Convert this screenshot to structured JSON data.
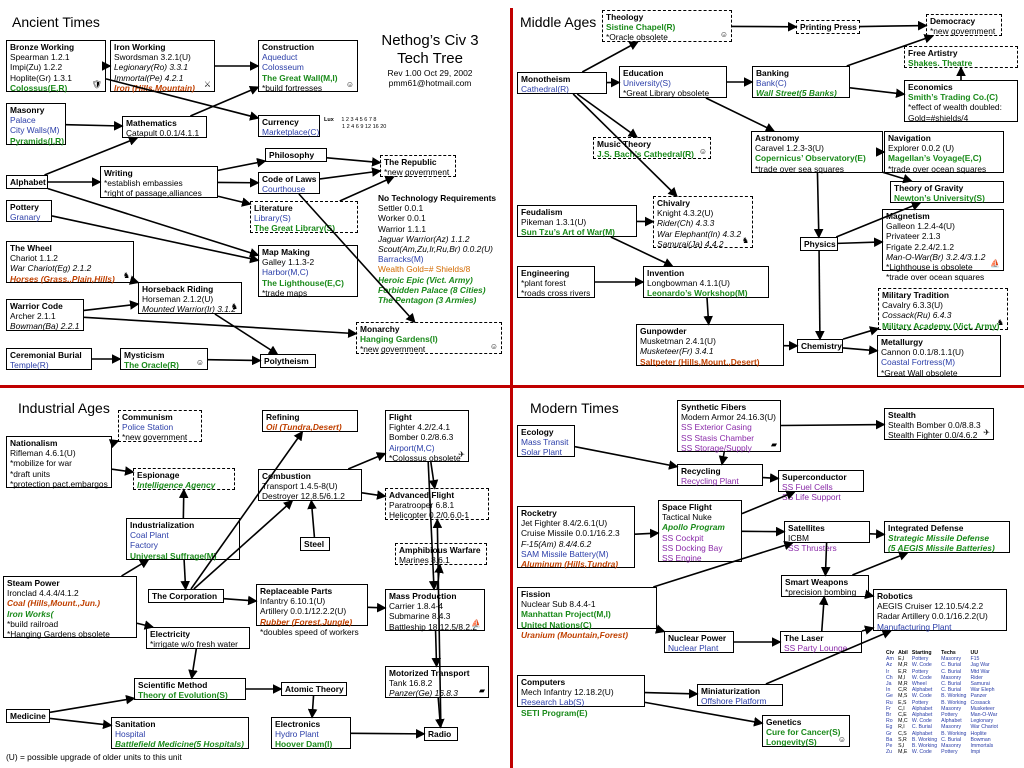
{
  "title": {
    "line1": "Nethog’s Civ 3",
    "line2": "Tech Tree",
    "rev": "Rev 1.00 Oct 29, 2002",
    "email": "pmm61@hotmail.com"
  },
  "quadrants": {
    "ancient": "Ancient Times",
    "middle": "Middle Ages",
    "industrial": "Industrial Ages",
    "modern": "Modern Times"
  },
  "requirements": {
    "heading": "No Technology Requirements",
    "lines": [
      "Settler 0.0.1",
      "Worker 0.0.1",
      "Warrior 1.1.1",
      "Jaguar Warrior(Az) 1.1.2",
      "Scout(Am,Zu,Ir,Ru,Br) 0.0.2(U)",
      "Barracks(M)",
      "Wealth Gold=# Shields/8",
      "Heroic Epic (Vict. Army)",
      "Forbidden Palace (8 Cities)",
      "The Pentagon (3 Armies)"
    ]
  },
  "luxury": {
    "label": "Lux",
    "row1": "1 2 3 4 5 6 7 8",
    "row2": "1 2 4 6 9 12 16 20"
  },
  "note": "(U) = possible upgrade of older units to this unit",
  "icons": [
    "unit-icon",
    "horse-icon",
    "ship-icon",
    "plane-icon",
    "tank-icon",
    "smiley-icon",
    "arrow-icon"
  ],
  "colors": {
    "divider": "#c00000",
    "wonder": "#1a8a1a",
    "building": "#2a3da8",
    "resource": "#c04000",
    "modern_building": "#8a2aa8"
  },
  "boxes": {
    "bronze": {
      "title": "Bronze Working",
      "lines": [
        "Spearman 1.2.1",
        "Impi(Zu) 1.2.2",
        "Hoplite(Gr) 1.3.1",
        "Colossus(E,R)"
      ]
    },
    "iron": {
      "title": "Iron Working",
      "lines": [
        "Swordsman 3.2.1(U)",
        "Legionary(Ro) 3.3.1",
        "Immortal(Pe) 4.2.1",
        "Iron (Hills,Mountain)"
      ]
    },
    "construction": {
      "title": "Construction",
      "lines": [
        "Aqueduct",
        "Colosseum",
        "The Great Wall(M,I)",
        "*build fortresses"
      ]
    },
    "masonry": {
      "title": "Masonry",
      "lines": [
        "Palace",
        "City Walls(M)",
        "Pyramids(I,R)"
      ]
    },
    "mathematics": {
      "title": "Mathematics",
      "lines": [
        "Catapult 0.0.1/4.1.1"
      ]
    },
    "currency": {
      "title": "Currency",
      "lines": [
        "Marketplace(C)"
      ]
    },
    "alphabet": {
      "title": "Alphabet",
      "lines": []
    },
    "writing": {
      "title": "Writing",
      "lines": [
        "*establish embassies",
        "*right of passage,alliances"
      ]
    },
    "philosophy": {
      "title": "Philosophy",
      "lines": []
    },
    "republic": {
      "title": "The Republic",
      "lines": [
        "*new government"
      ]
    },
    "codelaws": {
      "title": "Code of Laws",
      "lines": [
        "Courthouse"
      ]
    },
    "literature": {
      "title": "Literature",
      "lines": [
        "Library(S)",
        "The Great Library(S)"
      ]
    },
    "pottery": {
      "title": "Pottery",
      "lines": [
        "Granary"
      ]
    },
    "wheel": {
      "title": "The Wheel",
      "lines": [
        "Chariot 1.1.2",
        "War Chariot(Eg) 2.1.2",
        "Horses (Grass.,Plain,Hills)"
      ]
    },
    "mapmaking": {
      "title": "Map Making",
      "lines": [
        "Galley 1.1.3-2",
        "Harbor(M,C)",
        "The Lighthouse(E,C)",
        "*trade maps"
      ]
    },
    "horseback": {
      "title": "Horseback Riding",
      "lines": [
        "Horseman 2.1.2(U)",
        "Mounted Warrior(Ir) 3.1.2"
      ]
    },
    "warriorcode": {
      "title": "Warrior Code",
      "lines": [
        "Archer 2.1.1",
        "Bowman(Ba) 2.2.1"
      ]
    },
    "monarchy": {
      "title": "Monarchy",
      "lines": [
        "Hanging Gardens(I)",
        "*new government"
      ]
    },
    "burial": {
      "title": "Ceremonial Burial",
      "lines": [
        "Temple(R)"
      ]
    },
    "mysticism": {
      "title": "Mysticism",
      "lines": [
        "The Oracle(R)"
      ]
    },
    "polytheism": {
      "title": "Polytheism",
      "lines": []
    },
    "theology": {
      "title": "Theology",
      "lines": [
        "Sistine Chapel(R)",
        "*Oracle obsolete"
      ]
    },
    "printing": {
      "title": "Printing Press",
      "lines": []
    },
    "democracy": {
      "title": "Democracy",
      "lines": [
        "*new government"
      ]
    },
    "monotheism": {
      "title": "Monotheism",
      "lines": [
        "Cathedral(R)"
      ]
    },
    "education": {
      "title": "Education",
      "lines": [
        "University(S)",
        "*Great Library obsolete"
      ]
    },
    "banking": {
      "title": "Banking",
      "lines": [
        "Bank(C)",
        "Wall Street(5 Banks)"
      ]
    },
    "freeart": {
      "title": "Free Artistry",
      "lines": [
        "Shakes. Theatre"
      ]
    },
    "economics": {
      "title": "Economics",
      "lines": [
        "Smith’s Trading Co.(C)",
        "*effect of wealth doubled:",
        "Gold=#shields/4"
      ]
    },
    "music": {
      "title": "Music Theory",
      "lines": [
        "J.S. Bach’s Cathedral(R)"
      ]
    },
    "astronomy": {
      "title": "Astronomy",
      "lines": [
        "Caravel 1.2.3-3(U)",
        "Copernicus’ Observatory(E)",
        "*trade over sea squares"
      ]
    },
    "navigation": {
      "title": "Navigation",
      "lines": [
        "Explorer 0.0.2 (U)",
        "Magellan’s Voyage(E,C)",
        "*trade over ocean squares"
      ]
    },
    "gravity": {
      "title": "Theory of Gravity",
      "lines": [
        "Newton’s University(S)"
      ]
    },
    "feudalism": {
      "title": "Feudalism",
      "lines": [
        "Pikeman 1.3.1(U)",
        "Sun Tzu’s Art of War(M)"
      ]
    },
    "chivalry": {
      "title": "Chivalry",
      "lines": [
        "Knight 4.3.2(U)",
        "Rider(Ch) 4.3.3",
        "War Elephant(In) 4.3.2",
        "Samurai(Ja) 4.4.2"
      ]
    },
    "physics": {
      "title": "Physics",
      "lines": []
    },
    "magnetism": {
      "title": "Magnetism",
      "lines": [
        "Galleon 1.2.4-4(U)",
        "Privateer 2.1.3",
        "Frigate 2.2.4/2.1.2",
        "Man-O-War(Br) 3.2.4/3.1.2",
        "*Lighthouse is obsolete",
        "*trade over ocean squares"
      ]
    },
    "engineering": {
      "title": "Engineering",
      "lines": [
        "*plant forest",
        "*roads cross rivers"
      ]
    },
    "invention": {
      "title": "Invention",
      "lines": [
        "Longbowman 4.1.1(U)",
        "Leonardo’s Workshop(M)"
      ]
    },
    "military": {
      "title": "Military Tradition",
      "lines": [
        "Cavalry 6.3.3(U)",
        "Cossack(Ru) 6.4.3",
        "Military Academy (Vict. Army)"
      ]
    },
    "gunpowder": {
      "title": "Gunpowder",
      "lines": [
        "Musketman 2.4.1(U)",
        "Musketeer(Fr) 3.4.1",
        "Saltpeter (Hills,Mount.,Desert)"
      ]
    },
    "chemistry": {
      "title": "Chemistry",
      "lines": []
    },
    "metallurgy": {
      "title": "Metallurgy",
      "lines": [
        "Cannon 0.0.1/8.1.1(U)",
        "Coastal Fortress(M)",
        "*Great Wall obsolete"
      ]
    },
    "communism": {
      "title": "Communism",
      "lines": [
        "Police Station",
        "*new government"
      ]
    },
    "refining": {
      "title": "Refining",
      "lines": [
        "Oil (Tundra,Desert)"
      ]
    },
    "flight": {
      "title": "Flight",
      "lines": [
        "Fighter 4.2/2.4.1",
        "Bomber 0.2/8.6.3",
        "Airport(M,C)",
        "*Colossus obsolete"
      ]
    },
    "nationalism": {
      "title": "Nationalism",
      "lines": [
        "Rifleman 4.6.1(U)",
        "*mobilize for war",
        "*draft units",
        "*protection pact,embargos"
      ]
    },
    "espionage": {
      "title": "Espionage",
      "lines": [
        "Intelligence Agency"
      ]
    },
    "combustion": {
      "title": "Combustion",
      "lines": [
        "Transport 1.4.5-8(U)",
        "Destroyer 12.8.5/6.1.2"
      ]
    },
    "advflight": {
      "title": "Advanced Flight",
      "lines": [
        "Paratrooper 6.8.1",
        "Helicopter 0.2/0.6.0-1"
      ]
    },
    "industrial": {
      "title": "Industrialization",
      "lines": [
        "Coal Plant",
        "Factory",
        "Universal Suffrage(M)"
      ]
    },
    "steel": {
      "title": "Steel",
      "lines": []
    },
    "amphibious": {
      "title": "Amphibious Warfare",
      "lines": [
        "Marines 8.6.1"
      ]
    },
    "steampower": {
      "title": "Steam Power",
      "lines": [
        "Ironclad 4.4.4/4.1.2",
        "Coal (Hills,Mount.,Jun.)",
        "Iron Works(",
        "*build railroad",
        "*Hanging Gardens obsolete"
      ]
    },
    "corporation": {
      "title": "The Corporation",
      "lines": []
    },
    "replparts": {
      "title": "Replaceable Parts",
      "lines": [
        "Infantry 6.10.1(U)",
        "Artillery 0.0.1/12.2.2(U)",
        "Rubber (Forest,Jungle)",
        "*doubles speed of workers"
      ]
    },
    "massprod": {
      "title": "Mass Production",
      "lines": [
        "Carrier 1.8.4-4",
        "Submarine 8.4.3",
        "Battleship 18.12.5/8.2.2"
      ]
    },
    "electricity": {
      "title": "Electricity",
      "lines": [
        "*irrigate w/o fresh water"
      ]
    },
    "scimethod": {
      "title": "Scientific Method",
      "lines": [
        "Theory of Evolution(S)"
      ]
    },
    "atomic": {
      "title": "Atomic Theory",
      "lines": []
    },
    "motorized": {
      "title": "Motorized Transport",
      "lines": [
        "Tank 16.8.2",
        "Panzer(Ge) 16.8.3"
      ]
    },
    "medicine": {
      "title": "Medicine",
      "lines": []
    },
    "sanitation": {
      "title": "Sanitation",
      "lines": [
        "Hospital",
        "Battlefield Medicine(5 Hospitals)"
      ]
    },
    "electronics": {
      "title": "Electronics",
      "lines": [
        "Hydro Plant",
        "Hoover Dam(I)"
      ]
    },
    "radio": {
      "title": "Radio",
      "lines": []
    },
    "ecology": {
      "title": "Ecology",
      "lines": [
        "Mass Transit",
        "Solar Plant"
      ]
    },
    "synth": {
      "title": "Synthetic Fibers",
      "lines": [
        "Modern Armor 24.16.3(U)",
        "SS Exterior Casing",
        "SS Stasis Chamber",
        "SS Storage/Supply"
      ]
    },
    "stealth": {
      "title": "Stealth",
      "lines": [
        "Stealth Bomber 0.0/8.8.3",
        "Stealth Fighter 0.0/4.6.2"
      ]
    },
    "recycling": {
      "title": "Recycling",
      "lines": [
        "Recycling Plant"
      ]
    },
    "supercond": {
      "title": "Superconductor",
      "lines": [
        "SS Fuel Cells",
        "SS Life Support"
      ]
    },
    "rocketry": {
      "title": "Rocketry",
      "lines": [
        "Jet Fighter 8.4/2.6.1(U)",
        "Cruise Missile 0.0.1/16.2.3",
        "F-15(Am) 8.4/4.6.2",
        "SAM Missile Battery(M)",
        "Aluminum (Hills,Tundra)"
      ]
    },
    "spaceflight": {
      "title": "Space Flight",
      "lines": [
        "Tactical Nuke",
        "Apollo Program",
        "SS Cockpit",
        "SS Docking Bay",
        "SS Engine"
      ]
    },
    "satellites": {
      "title": "Satellites",
      "lines": [
        "ICBM",
        "SS Thrusters"
      ]
    },
    "intdefense": {
      "title": "Integrated Defense",
      "lines": [
        "Strategic Missile Defense",
        "(5 AEGIS Missile Batteries)"
      ]
    },
    "smartweap": {
      "title": "Smart Weapons",
      "lines": [
        "*precision bombing"
      ]
    },
    "fission": {
      "title": "Fission",
      "lines": [
        "Nuclear Sub 8.4.4-1",
        "Manhattan Project(M,I)",
        "United Nations(C)",
        "Uranium (Mountain,Forest)"
      ]
    },
    "robotics": {
      "title": "Robotics",
      "lines": [
        "AEGIS Cruiser 12.10.5/4.2.2",
        "Radar Artillery 0.0.1/16.2.2(U)",
        "Manufacturing Plant"
      ]
    },
    "nuclearpower": {
      "title": "Nuclear Power",
      "lines": [
        "Nuclear Plant"
      ]
    },
    "laser": {
      "title": "The Laser",
      "lines": [
        "SS Party Lounge"
      ]
    },
    "computers": {
      "title": "Computers",
      "lines": [
        "Mech Infantry 12.18.2(U)",
        "Research Lab(S)",
        "SETI Program(E)"
      ]
    },
    "mini": {
      "title": "Miniaturization",
      "lines": [
        "Offshore Platform"
      ]
    },
    "genetics": {
      "title": "Genetics",
      "lines": [
        "Cure for Cancer(S)",
        "Longevity(S)"
      ]
    }
  },
  "legend": {
    "headers": [
      "Civ",
      "Abil",
      "Starting",
      "Techs",
      "UU"
    ],
    "rows": [
      [
        "Am",
        "E,I",
        "Pottery",
        "Masonry",
        "F15"
      ],
      [
        "Az",
        "M,R",
        "W. Code",
        "C. Burial",
        "Jag War"
      ],
      [
        "Ir",
        "E,R",
        "Pottery",
        "C. Burial",
        "Mtd War"
      ],
      [
        "Ch",
        "M,I",
        "W. Code",
        "Masonry",
        "Rider"
      ],
      [
        "Ja",
        "M,R",
        "Wheel",
        "C. Burial",
        "Samurai"
      ],
      [
        "In",
        "C,R",
        "Alphabet",
        "C. Burial",
        "War Eleph"
      ],
      [
        "Ge",
        "M,S",
        "W. Code",
        "B. Working",
        "Panzer"
      ],
      [
        "Ru",
        "E,S",
        "Pottery",
        "B. Working",
        "Cossack"
      ],
      [
        "Fr",
        "C,I",
        "Alphabet",
        "Masonry",
        "Musketeer"
      ],
      [
        "Br",
        "C,E",
        "Alphabet",
        "Pottery",
        "Man-O-War"
      ],
      [
        "Ro",
        "M,C",
        "W. Code",
        "Alphabet",
        "Legionary"
      ],
      [
        "Eg",
        "R,I",
        "C. Burial",
        "Masonry",
        "War Chariot"
      ],
      [
        "Gr",
        "C,S",
        "Alphabet",
        "B. Working",
        "Hoplite"
      ],
      [
        "Ba",
        "S,R",
        "B. Working",
        "C. Burial",
        "Bowman"
      ],
      [
        "Pe",
        "S,I",
        "B. Working",
        "Masonry",
        "Immortals"
      ],
      [
        "Zu",
        "M,E",
        "W. Code",
        "Pottery",
        "Impi"
      ]
    ]
  }
}
